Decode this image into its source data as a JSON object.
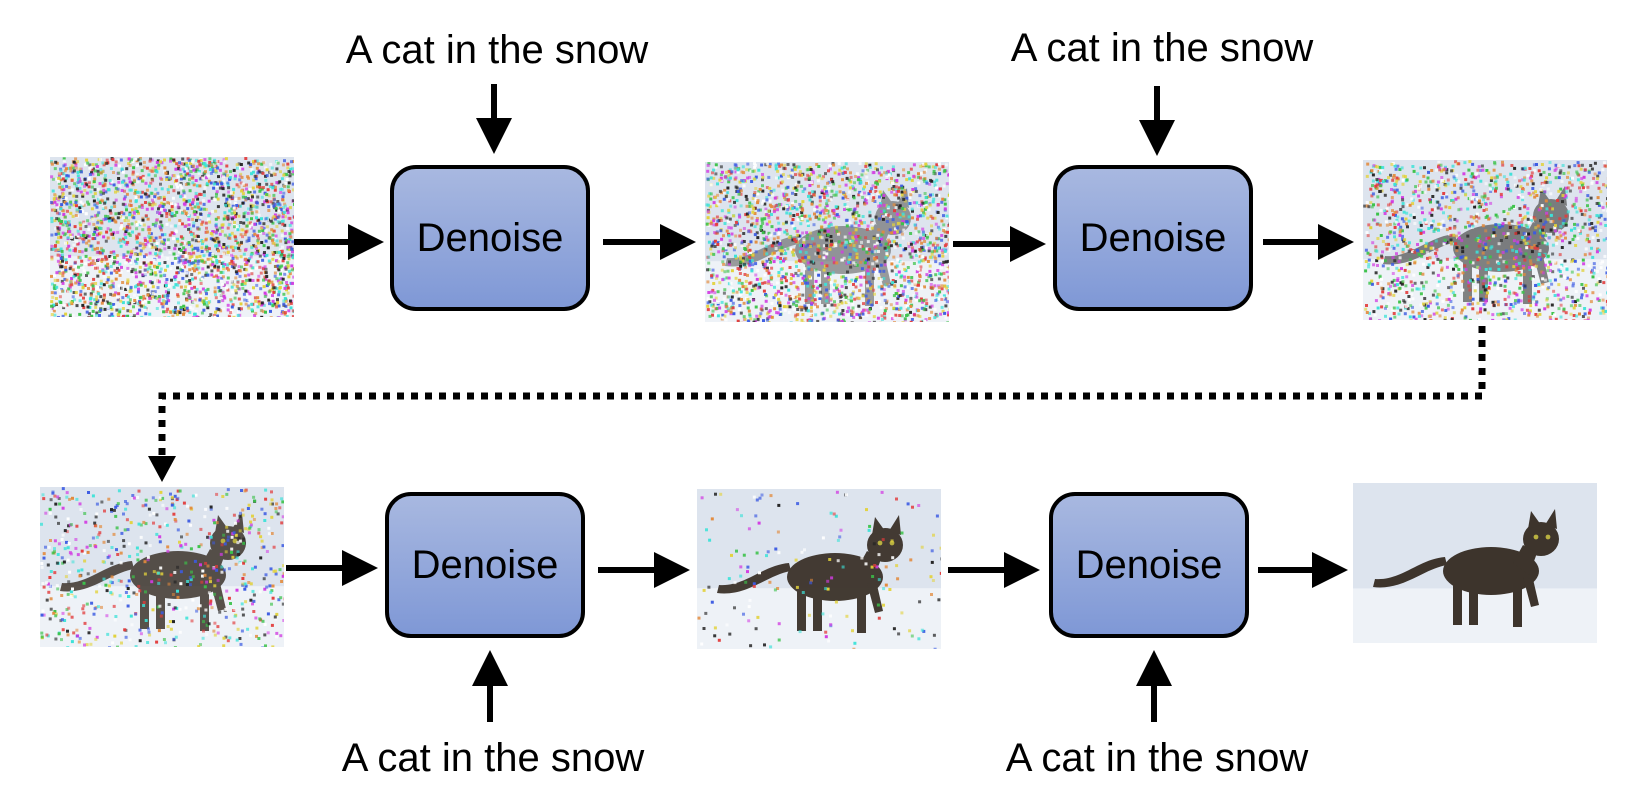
{
  "steps": {
    "prompt_1": "A cat in the snow",
    "prompt_2": "A cat in the snow",
    "prompt_3": "A cat in the snow",
    "prompt_4": "A cat in the snow",
    "box_1": "Denoise",
    "box_2": "Denoise",
    "box_3": "Denoise",
    "box_4": "Denoise"
  },
  "images": [
    {
      "name": "pure-noise-image",
      "noise_level": 1.0
    },
    {
      "name": "noisy-cat-image-1",
      "noise_level": 0.8
    },
    {
      "name": "noisy-cat-image-2",
      "noise_level": 0.55
    },
    {
      "name": "slightly-noisy-cat-image",
      "noise_level": 0.25
    },
    {
      "name": "nearly-clean-cat-image",
      "noise_level": 0.06
    },
    {
      "name": "clean-cat-image",
      "noise_level": 0.0
    }
  ],
  "colors": {
    "box_fill_top": "#a8b8e0",
    "box_fill_bottom": "#7f98d6",
    "arrow": "#000000"
  }
}
